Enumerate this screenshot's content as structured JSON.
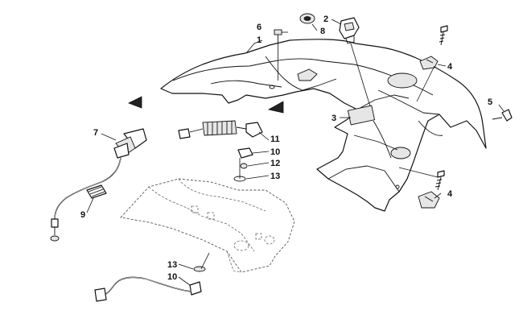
{
  "callouts": {
    "c1": "1",
    "c2": "2",
    "c3": "3",
    "c4a": "4",
    "c4b": "4",
    "c5": "5",
    "c6": "6",
    "c7": "7",
    "c8": "8",
    "c9": "9",
    "c10a": "10",
    "c10b": "10",
    "c11": "11",
    "c12": "12",
    "c13a": "13",
    "c13b": "13"
  },
  "colors": {
    "line": "#111111",
    "ghost": "#555555",
    "fill": "#ffffff",
    "shade": "#e6e6e6"
  }
}
